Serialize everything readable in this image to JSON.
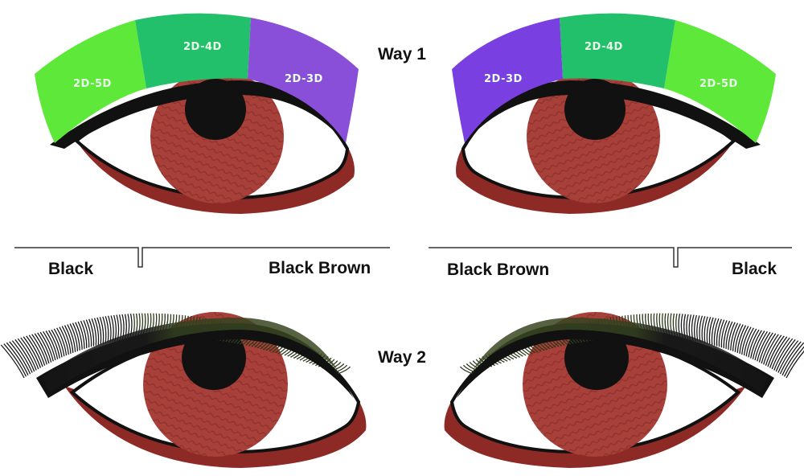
{
  "way1": {
    "label": "Way 1",
    "left_eye_segments": [
      "2D-5D",
      "2D-4D",
      "2D-3D"
    ],
    "right_eye_segments": [
      "2D-3D",
      "2D-4D",
      "2D-5D"
    ]
  },
  "way2": {
    "label": "Way 2",
    "left_eye_colors": [
      "Black",
      "Black Brown"
    ],
    "right_eye_colors": [
      "Black Brown",
      "Black"
    ]
  },
  "colors": {
    "seg_2d5d": "#5ee83a",
    "seg_2d4d": "#22c06a",
    "seg_2d3d": "#8a4fd8",
    "seg_2d3d_right": "#7a3fe0",
    "iris": "#a8403a",
    "lower_rim": "#8e2a26",
    "lash_black": "#1a1a1a",
    "lash_brown": "#2d3a1c"
  }
}
